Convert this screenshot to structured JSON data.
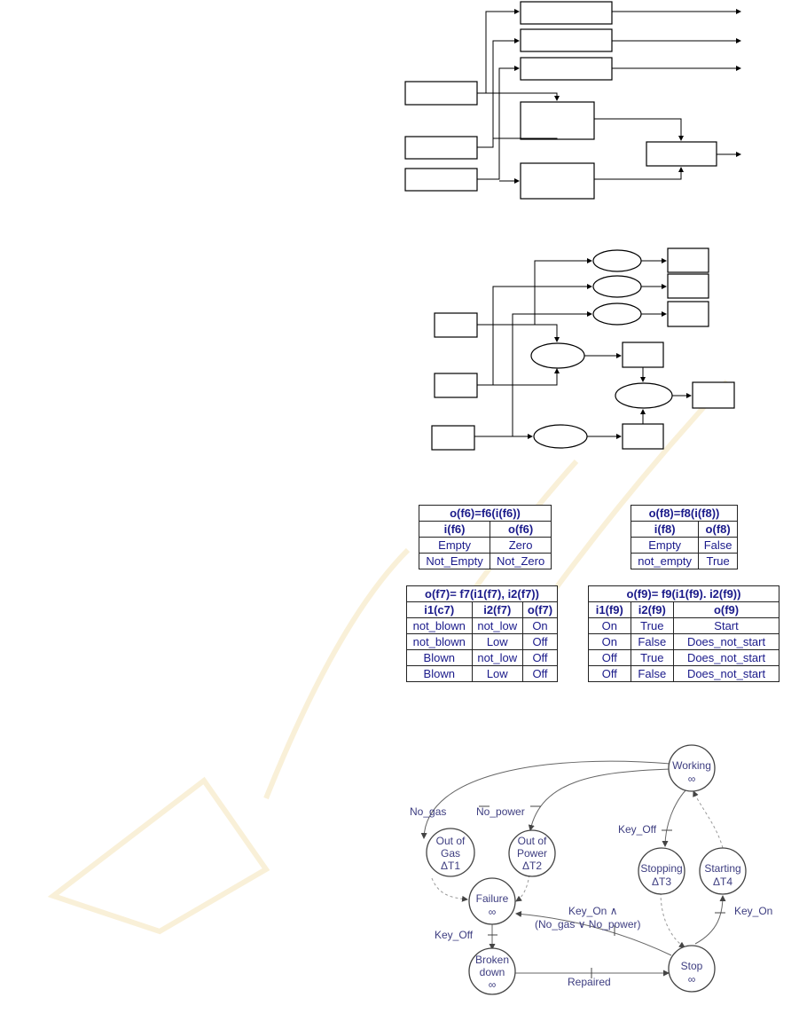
{
  "tables": {
    "f6": {
      "title": "o(f6)=f6(i(f6))",
      "headers": [
        "i(f6)",
        "o(f6)"
      ],
      "rows": [
        [
          "Empty",
          "Zero"
        ],
        [
          "Not_Empty",
          "Not_Zero"
        ]
      ]
    },
    "f8": {
      "title": "o(f8)=f8(i(f8))",
      "headers": [
        "i(f8)",
        "o(f8)"
      ],
      "rows": [
        [
          "Empty",
          "False"
        ],
        [
          "not_empty",
          "True"
        ]
      ]
    },
    "f7": {
      "title": "o(f7)= f7(i1(f7), i2(f7))",
      "headers": [
        "i1(c7)",
        "i2(f7)",
        "o(f7)"
      ],
      "rows": [
        [
          "not_blown",
          "not_low",
          "On"
        ],
        [
          "not_blown",
          "Low",
          "Off"
        ],
        [
          "Blown",
          "not_low",
          "Off"
        ],
        [
          "Blown",
          "Low",
          "Off"
        ]
      ]
    },
    "f9": {
      "title": "o(f9)= f9(i1(f9). i2(f9))",
      "headers": [
        "i1(f9)",
        "i2(f9)",
        "o(f9)"
      ],
      "rows": [
        [
          "On",
          "True",
          "Start"
        ],
        [
          "On",
          "False",
          "Does_not_start"
        ],
        [
          "Off",
          "True",
          "Does_not_start"
        ],
        [
          "Off",
          "False",
          "Does_not_start"
        ]
      ]
    }
  },
  "fsm": {
    "states": {
      "working": {
        "name": "Working",
        "time": "∞"
      },
      "out_of_gas": {
        "name_line1": "Out of",
        "name_line2": "Gas",
        "time": "ΔT1"
      },
      "out_of_power": {
        "name_line1": "Out of",
        "name_line2": "Power",
        "time": "ΔT2"
      },
      "stopping": {
        "name": "Stopping",
        "time": "ΔT3"
      },
      "starting": {
        "name": "Starting",
        "time": "ΔT4"
      },
      "failure": {
        "name": "Failure",
        "time": "∞"
      },
      "broken_down": {
        "name_line1": "Broken",
        "name_line2": "down",
        "time": "∞"
      },
      "stop": {
        "name": "Stop",
        "time": "∞"
      }
    },
    "transitions": {
      "no_gas": "No_gas",
      "no_power": "No_power",
      "key_off_top": "Key_Off",
      "key_on_guard_line1": "Key_On ∧",
      "key_on_guard_line2": "(No_gas ∨ No_power)",
      "key_off_failure": "Key_Off",
      "key_on": "Key_On",
      "repaired": "Repaired"
    }
  },
  "colors": {
    "line": "#000000",
    "table_text": "#1a1a8a",
    "fsm_text": "#3d3d80",
    "fsm_line": "#555555",
    "fsm_dashed": "#888888",
    "watermark": "#f2c44a"
  }
}
